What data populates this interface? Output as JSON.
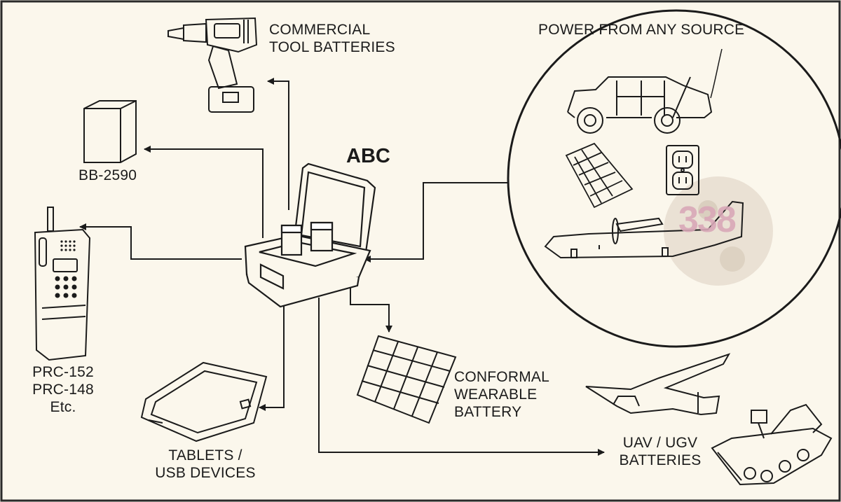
{
  "hub_label": "ABC",
  "labels": {
    "commercial": [
      "COMMERCIAL",
      "TOOL BATTERIES"
    ],
    "bb2590": "BB-2590",
    "radio": [
      "PRC-152",
      "PRC-148",
      "Etc."
    ],
    "tablets": [
      "TABLETS /",
      "USB DEVICES"
    ],
    "conformal": [
      "CONFORMAL",
      "WEARABLE",
      "BATTERY"
    ],
    "uav": [
      "UAV / UGV",
      "BATTERIES"
    ],
    "power": "POWER FROM ANY SOURCE"
  },
  "watermark": "338",
  "colors": {
    "background": "#fbf7ec",
    "ink": "#1b1b1b",
    "watermark": "#d9a8b8"
  }
}
